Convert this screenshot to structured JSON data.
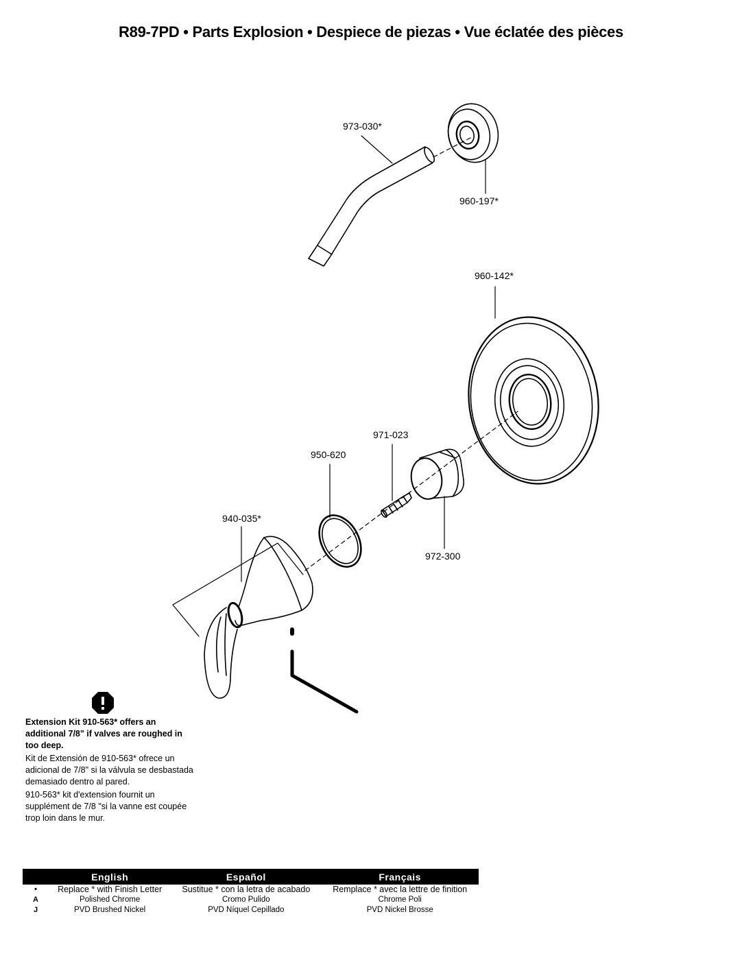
{
  "title": "R89-7PD • Parts Explosion • Despiece de piezas • Vue éclatée des pièces",
  "parts": [
    {
      "id": "shower-arm",
      "number": "973-030*"
    },
    {
      "id": "shower-flange",
      "number": "960-197*"
    },
    {
      "id": "escutcheon",
      "number": "960-142*"
    },
    {
      "id": "screw",
      "number": "971-023"
    },
    {
      "id": "o-ring",
      "number": "950-620"
    },
    {
      "id": "sleeve",
      "number": "972-300"
    },
    {
      "id": "handle",
      "number": "940-035*"
    }
  ],
  "notice": {
    "icon": "exclamation-icon",
    "english": "Extension Kit 910-563* offers an additional 7/8\" if valves are roughed in too deep.",
    "spanish": "Kit de Extensión de 910-563* ofrece un adicional de 7/8\" si la válvula se desbastada demasiado dentro al pared.",
    "french": "910-563* kit d'extension fournit un supplément de 7/8 \"si la vanne est coupée trop loin dans le mur."
  },
  "finish_table": {
    "headers": [
      "English",
      "Español",
      "Français"
    ],
    "rows": [
      {
        "code": "•",
        "english": "Replace * with Finish Letter",
        "spanish": "Sustitue * con la letra de acabado",
        "french": "Remplace * avec la lettre de finition"
      },
      {
        "code": "A",
        "english": "Polished Chrome",
        "spanish": "Cromo Pulido",
        "french": "Chrome Poli"
      },
      {
        "code": "J",
        "english": "PVD Brushed Nickel",
        "spanish": "PVD Níquel Cepillado",
        "french": "PVD Nickel Brosse"
      }
    ]
  },
  "colors": {
    "ink": "#000000",
    "table_header_bg": "#000000",
    "table_header_text": "#ffffff"
  }
}
